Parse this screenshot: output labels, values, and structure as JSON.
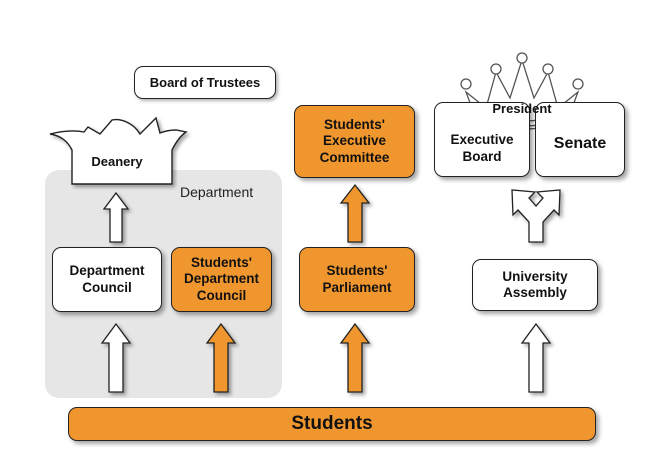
{
  "colors": {
    "orange": "#f0962e",
    "white": "#ffffff",
    "region": "#e6e6e6",
    "stroke": "#222222"
  },
  "labels": {
    "board_of_trustees": "Board of Trustees",
    "deanery": "Deanery",
    "department_region": "Department",
    "department_council": [
      "Department",
      "Council"
    ],
    "students_department_council": [
      "Students'",
      "Department",
      "Council"
    ],
    "students_executive_committee": [
      "Students'",
      "Executive",
      "Committee"
    ],
    "students_parliament": [
      "Students'",
      "Parliament"
    ],
    "president": "President",
    "executive_board": [
      "Executive",
      "Board"
    ],
    "senate": "Senate",
    "university_assembly": [
      "University",
      "Assembly"
    ],
    "students": "Students"
  },
  "icons": {
    "deanery_crown": "jester-crown-icon",
    "president_crown": "crown-icon",
    "arrow": "up-arrow-icon",
    "fork_arrow": "fork-arrow-icon"
  }
}
